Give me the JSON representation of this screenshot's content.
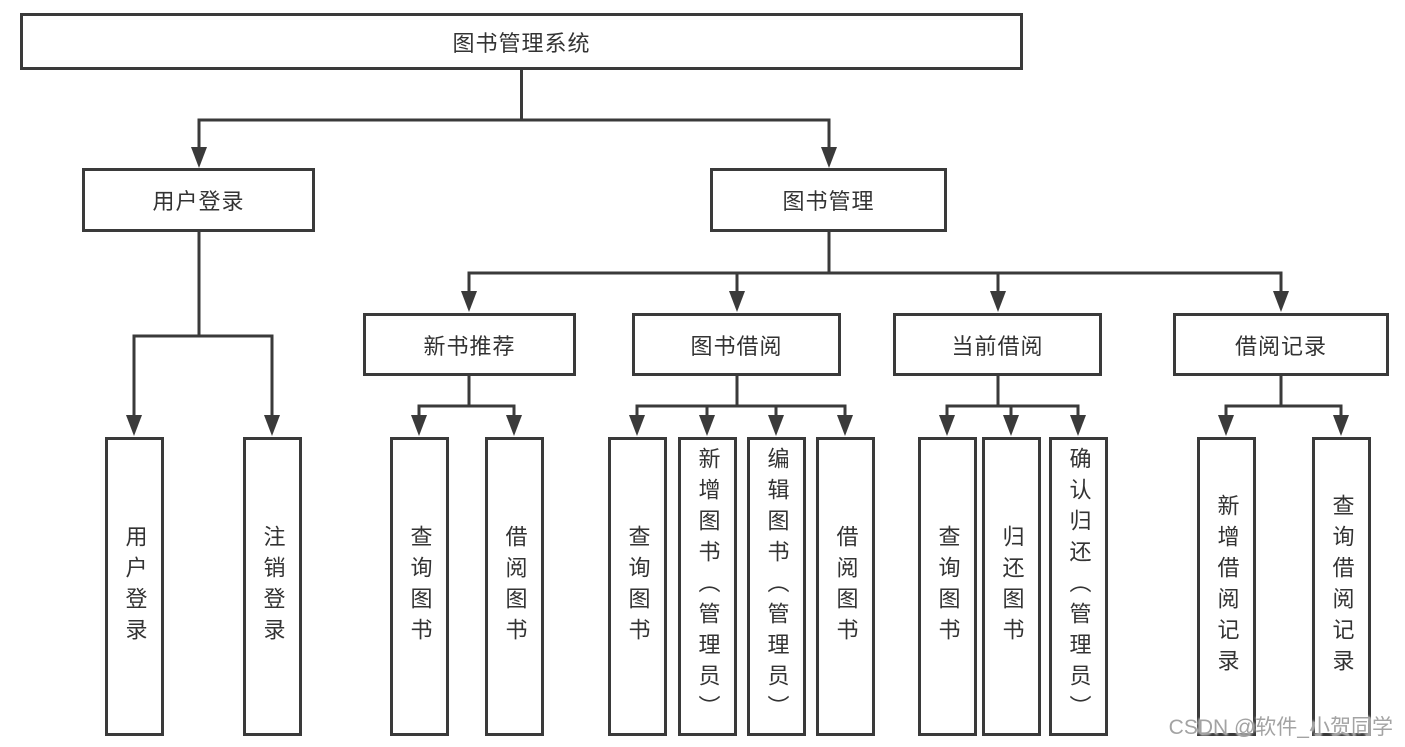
{
  "diagram": {
    "title": "图书管理系统",
    "root": {
      "label": "图书管理系统"
    },
    "level2": [
      {
        "label": "用户登录"
      },
      {
        "label": "图书管理"
      }
    ],
    "level3": [
      {
        "label": "新书推荐",
        "parent": "图书管理"
      },
      {
        "label": "图书借阅",
        "parent": "图书管理"
      },
      {
        "label": "当前借阅",
        "parent": "图书管理"
      },
      {
        "label": "借阅记录",
        "parent": "图书管理"
      }
    ],
    "leaves": [
      {
        "label": "用户登录",
        "parent": "用户登录"
      },
      {
        "label": "注销登录",
        "parent": "用户登录"
      },
      {
        "label": "查询图书",
        "parent": "新书推荐"
      },
      {
        "label": "借阅图书",
        "parent": "新书推荐"
      },
      {
        "label": "查询图书",
        "parent": "图书借阅"
      },
      {
        "label": "新增图书（管理员）",
        "parent": "图书借阅"
      },
      {
        "label": "编辑图书（管理员）",
        "parent": "图书借阅"
      },
      {
        "label": "借阅图书",
        "parent": "图书借阅"
      },
      {
        "label": "查询图书",
        "parent": "当前借阅"
      },
      {
        "label": "归还图书",
        "parent": "当前借阅"
      },
      {
        "label": "确认归还（管理员）",
        "parent": "当前借阅"
      },
      {
        "label": "新增借阅记录",
        "parent": "借阅记录"
      },
      {
        "label": "查询借阅记录",
        "parent": "借阅记录"
      }
    ],
    "watermark": "CSDN @软件_小贺同学",
    "colors": {
      "line": "#3a3a3a",
      "text": "#333333",
      "background": "#ffffff",
      "watermark": "#a3a3a3"
    }
  }
}
